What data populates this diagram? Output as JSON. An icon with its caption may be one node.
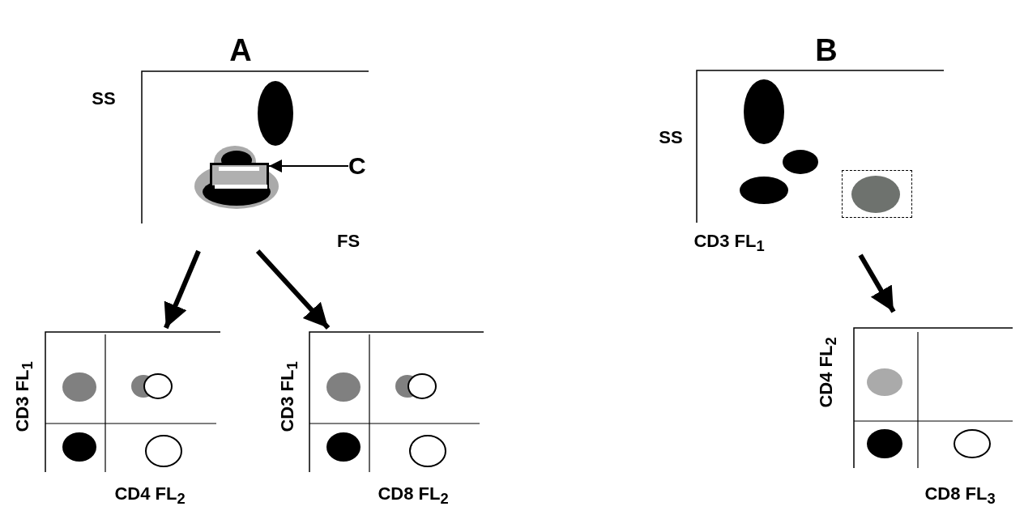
{
  "diagram": {
    "nodes": [
      {
        "text": [
          "SS",
          "FS"
        ]
      },
      {
        "text": [],
        "shape": "box",
        "in": 0
      },
      {
        "text": [
          "C"
        ],
        "in": 0
      },
      {
        "text": [
          "CD3 FL$_{1}$",
          "CD4 FL$_{2}$"
        ]
      },
      {
        "text": [
          "CD3 FL$_{1}$",
          "CD8 FL$_{2}$"
        ]
      },
      {
        "text": [
          "SS",
          "CD3 FL$_{1}$"
        ]
      },
      {
        "text": [],
        "shape": "box",
        "in": 5
      },
      {
        "text": [
          "CD4 FL$_{2}$",
          "CD8 FL$_{3}$"
        ]
      }
    ],
    "edges": [
      {
        "from": 0,
        "to": 3,
        "arrow": "to"
      },
      {
        "from": 0,
        "to": 4,
        "arrow": "to"
      },
      {
        "from": 5,
        "to": 7,
        "arrow": "to"
      },
      {
        "from": 2,
        "to": 1,
        "arrow": "to"
      }
    ],
    "labels": [
      "A",
      "B"
    ]
  }
}
